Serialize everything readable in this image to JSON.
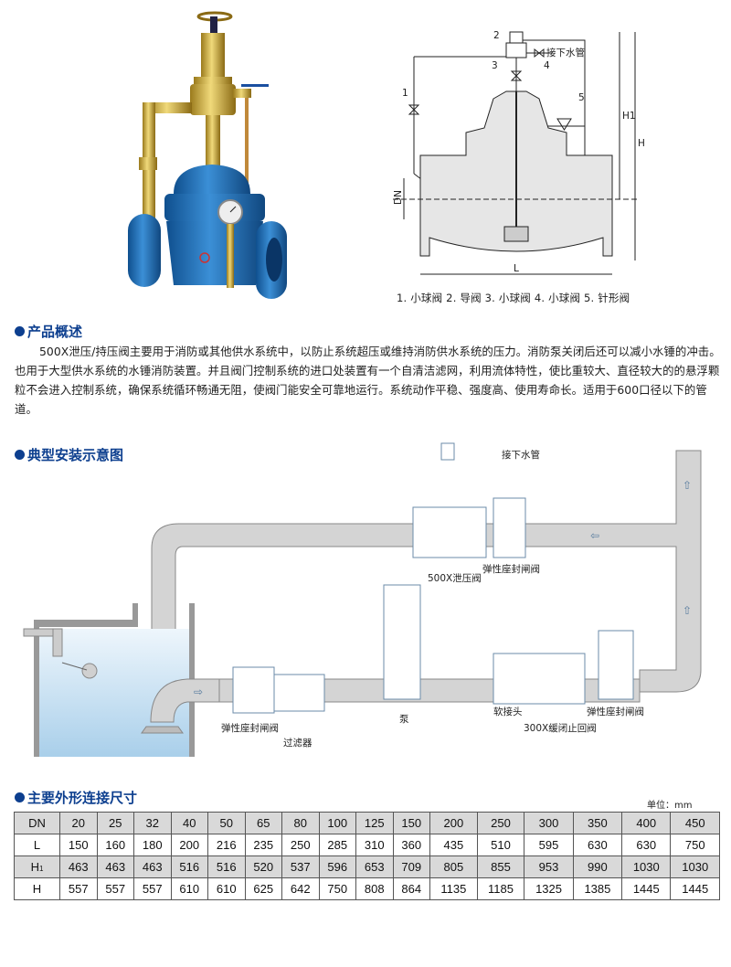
{
  "drawing": {
    "callouts": [
      "1",
      "2",
      "3",
      "4",
      "5"
    ],
    "drain_label": "接下水管",
    "dim_labels": {
      "dn": "DN",
      "h1": "H1",
      "h": "H",
      "l": "L"
    },
    "legend": "1. 小球阀  2. 导阀  3. 小球阀  4. 小球阀  5. 针形阀"
  },
  "overview": {
    "title": "产品概述",
    "text": "500X泄压/持压阀主要用于消防或其他供水系统中，以防止系统超压或维持消防供水系统的压力。消防泵关闭后还可以减小水锤的冲击。也用于大型供水系统的水锤消防装置。并且阀门控制系统的进口处装置有一个自清洁滤网，利用流体特性，使比重较大、直径较大的的悬浮颗粒不会进入控制系统，确保系统循环畅通无阻，使阀门能安全可靠地运行。系统动作平稳、强度高、使用寿命长。适用于600口径以下的管道。"
  },
  "install": {
    "title": "典型安装示意图",
    "labels": {
      "drain": "接下水管",
      "gate_valve_top": "弹性座封闸阀",
      "relief_valve": "500X泄压阀",
      "gate_valve_left": "弹性座封闸阀",
      "strainer": "过滤器",
      "pump": "泵",
      "flex_joint": "软接头",
      "gate_valve_right": "弹性座封闸阀",
      "check_valve": "300X缓闭止回阀"
    }
  },
  "dimensions": {
    "title": "主要外形连接尺寸",
    "unit": "单位：mm",
    "rows": [
      {
        "label": "DN",
        "values": [
          "20",
          "25",
          "32",
          "40",
          "50",
          "65",
          "80",
          "100",
          "125",
          "150",
          "200",
          "250",
          "300",
          "350",
          "400",
          "450"
        ]
      },
      {
        "label": "L",
        "values": [
          "150",
          "160",
          "180",
          "200",
          "216",
          "235",
          "250",
          "285",
          "310",
          "360",
          "435",
          "510",
          "595",
          "630",
          "630",
          "750"
        ]
      },
      {
        "label": "H",
        "sub": "1",
        "values": [
          "463",
          "463",
          "463",
          "516",
          "516",
          "520",
          "537",
          "596",
          "653",
          "709",
          "805",
          "855",
          "953",
          "990",
          "1030",
          "1030"
        ]
      },
      {
        "label": "H",
        "values": [
          "557",
          "557",
          "557",
          "610",
          "610",
          "625",
          "642",
          "750",
          "808",
          "864",
          "1135",
          "1185",
          "1325",
          "1385",
          "1445",
          "1445"
        ]
      }
    ]
  }
}
